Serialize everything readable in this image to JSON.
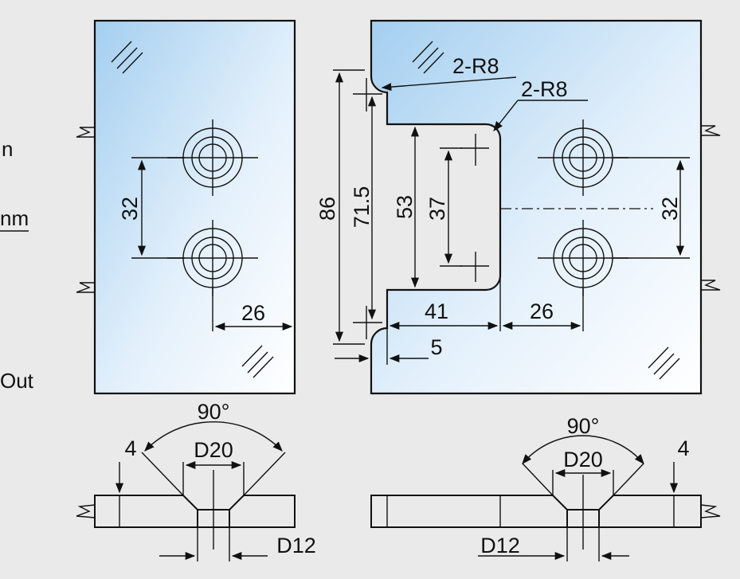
{
  "side_labels": [
    "n",
    "nm",
    "Out"
  ],
  "left_plate": {
    "dims": {
      "hole_spacing": "32",
      "edge_offset": "26"
    }
  },
  "right_plate": {
    "dims": {
      "radius_top": "2-R8",
      "radius_inner": "2-R8",
      "overall_height": "86",
      "notch_outer": "71.5",
      "notch_height": "53",
      "inner_hole_spacing": "37",
      "hole_spacing": "32",
      "notch_depth": "41",
      "edge_offset": "26",
      "step": "5"
    }
  },
  "left_section": {
    "dims": {
      "angle": "90°",
      "thickness": "4",
      "countersink": "D20",
      "bore": "D12"
    }
  },
  "right_section": {
    "dims": {
      "angle": "90°",
      "thickness": "4",
      "countersink": "D20",
      "bore": "D12"
    }
  },
  "colors": {
    "glass_dark": "#a9d3f2",
    "glass_light": "#f6fbff",
    "line": "#111111",
    "background": "#eaeaea"
  }
}
